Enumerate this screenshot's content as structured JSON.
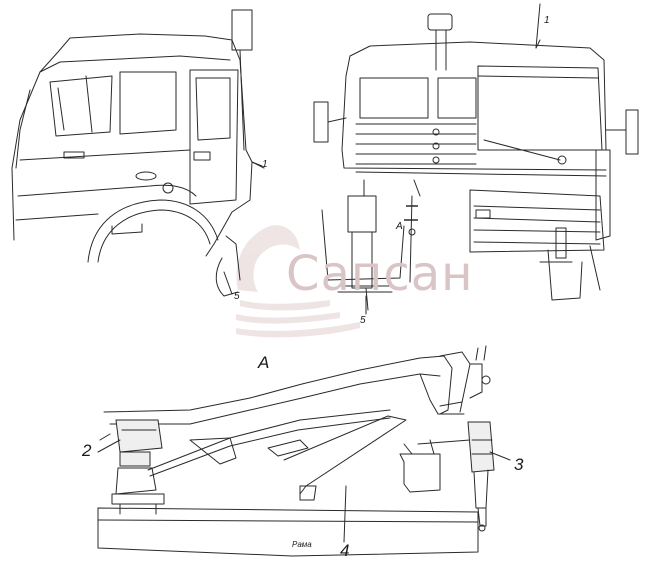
{
  "labels": {
    "side_1": "1",
    "side_5": "5",
    "front_1": "1",
    "front_5": "5",
    "view_a_small": "A",
    "view_a": "A",
    "detail_2": "2",
    "detail_3": "3",
    "detail_4": "4",
    "frame_note": "Рама"
  },
  "watermark": {
    "text": "Сапсан"
  }
}
